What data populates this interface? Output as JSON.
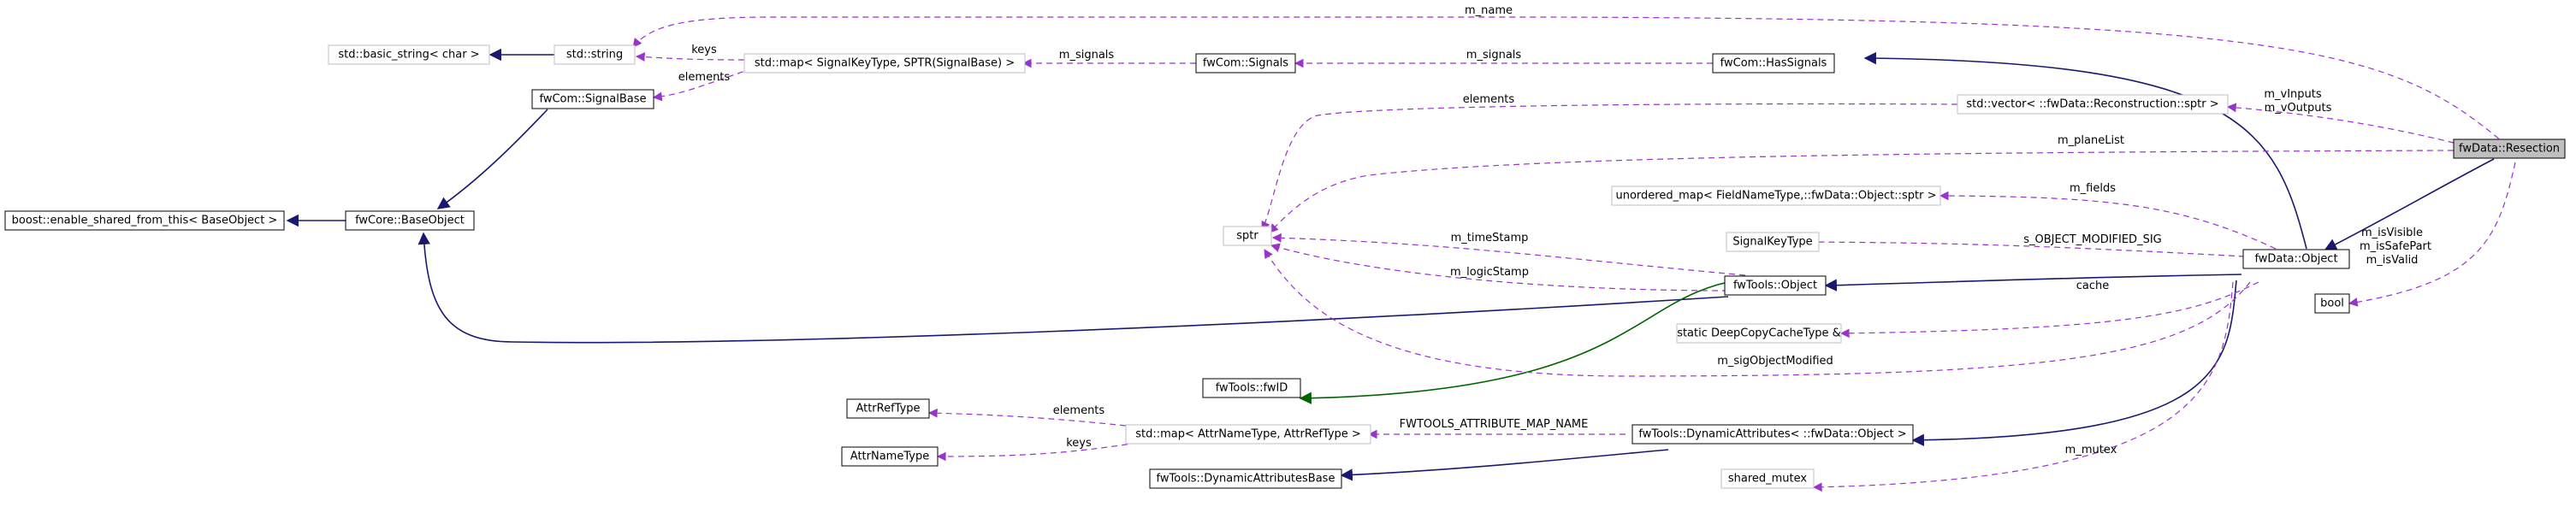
{
  "colors": {
    "inheritance": "#191970",
    "usage": "#9a32cd",
    "template": "#006400",
    "focus_fill": "#bfbfbf"
  },
  "nodes": {
    "resection": "fwData::Resection",
    "data_object": "fwData::Object",
    "bool": "bool",
    "tools_object": "fwTools::Object",
    "fwid": "fwTools::fwID",
    "dynamic_attrs": "fwTools::DynamicAttributes< ::fwData::Object >",
    "dynamic_attrs_base": "fwTools::DynamicAttributesBase",
    "has_signals": "fwCom::HasSignals",
    "signals": "fwCom::Signals",
    "signal_base": "fwCom::SignalBase",
    "base_object": "fwCore::BaseObject",
    "enable_shared": "boost::enable_shared_from_this< BaseObject >",
    "std_string": "std::string",
    "basic_string": "std::basic_string< char >",
    "map_signals": "std::map< SignalKeyType, SPTR(SignalBase) >",
    "vector_recon": "std::vector< ::fwData::Reconstruction::sptr >",
    "sptr": "sptr",
    "unordered_map": "unordered_map< FieldNameType,::fwData::Object::sptr >",
    "signal_key_type": "SignalKeyType",
    "deep_copy_cache": "static DeepCopyCacheType &",
    "map_attrs": "std::map< AttrNameType, AttrRefType >",
    "attr_ref_type": "AttrRefType",
    "attr_name_type": "AttrNameType",
    "shared_mutex": "shared_mutex"
  },
  "edge_labels": {
    "m_name": "m_name",
    "keys_signals": "keys",
    "elements_signals": "elements",
    "m_signals_1": "m_signals",
    "m_signals_2": "m_signals",
    "m_vinputs": "m_vInputs",
    "m_voutputs": "m_vOutputs",
    "elements_vector": "elements",
    "m_planelist": "m_planeList",
    "m_fields": "m_fields",
    "m_timestamp": "m_timeStamp",
    "s_object_modified_sig": "s_OBJECT_MODIFIED_SIG",
    "m_logicstamp": "m_logicStamp",
    "cache": "cache",
    "m_isvisible": "m_isVisible",
    "m_issafepart": "m_isSafePart",
    "m_isvalid": "m_isValid",
    "m_sigobjectmodified": "m_sigObjectModified",
    "elements_attrs": "elements",
    "fwtools_attribute_map_name": "FWTOOLS_ATTRIBUTE_MAP_NAME",
    "keys_attrs": "keys",
    "m_mutex": "m_mutex"
  }
}
